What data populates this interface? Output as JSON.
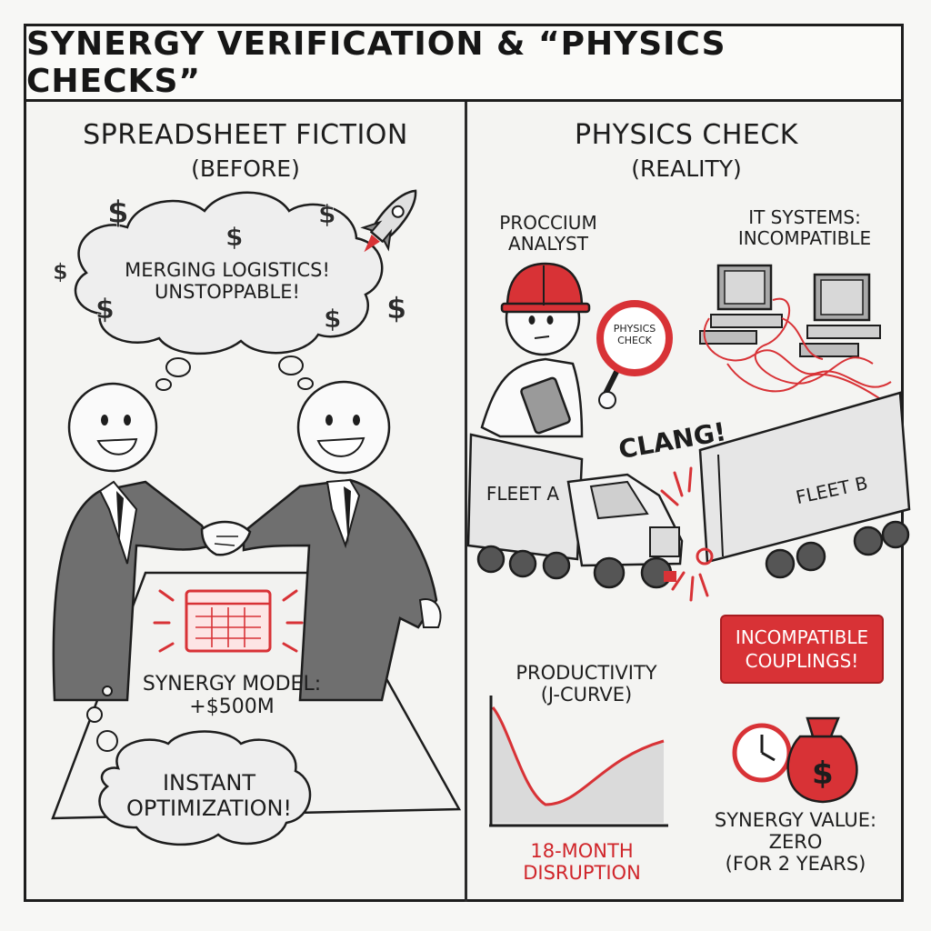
{
  "title": "SYNERGY VERIFICATION & “PHYSICS CHECKS”",
  "left": {
    "heading": "SPREADSHEET FICTION",
    "subheading": "(BEFORE)",
    "cloud_text": "MERGING LOGISTICS!\nUNSTOPPABLE!",
    "model_label": "SYNERGY MODEL:\n+$500M",
    "bubble_text": "INSTANT\nOPTIMIZATION!"
  },
  "right": {
    "heading": "PHYSICS CHECK",
    "subheading": "(REALITY)",
    "analyst_label": "PROCCIUM\nANALYST",
    "it_label": "IT SYSTEMS:\nINCOMPATIBLE",
    "sign_text": "PHYSICS\nCHECK",
    "clang": "CLANG!",
    "fleet_a": "FLEET A",
    "fleet_b": "FLEET B",
    "banner": "INCOMPATIBLE\nCOUPLINGS!",
    "productivity_label": "PRODUCTIVITY\n(J-CURVE)",
    "disruption_label": "18-MONTH\nDISRUPTION",
    "value_label": "SYNERGY VALUE:\nZERO\n(FOR 2 YEARS)"
  },
  "colors": {
    "accent_red": "#d83236",
    "ink": "#1d1d1d",
    "suit_gray": "#6f6f6f"
  },
  "icons": [
    "dollar-sign-icon",
    "rocket-icon",
    "spreadsheet-icon",
    "hard-hat-icon",
    "tablet-icon",
    "magnifier-sign-icon",
    "computer-icon",
    "truck-icon",
    "clock-icon",
    "money-bag-icon"
  ]
}
